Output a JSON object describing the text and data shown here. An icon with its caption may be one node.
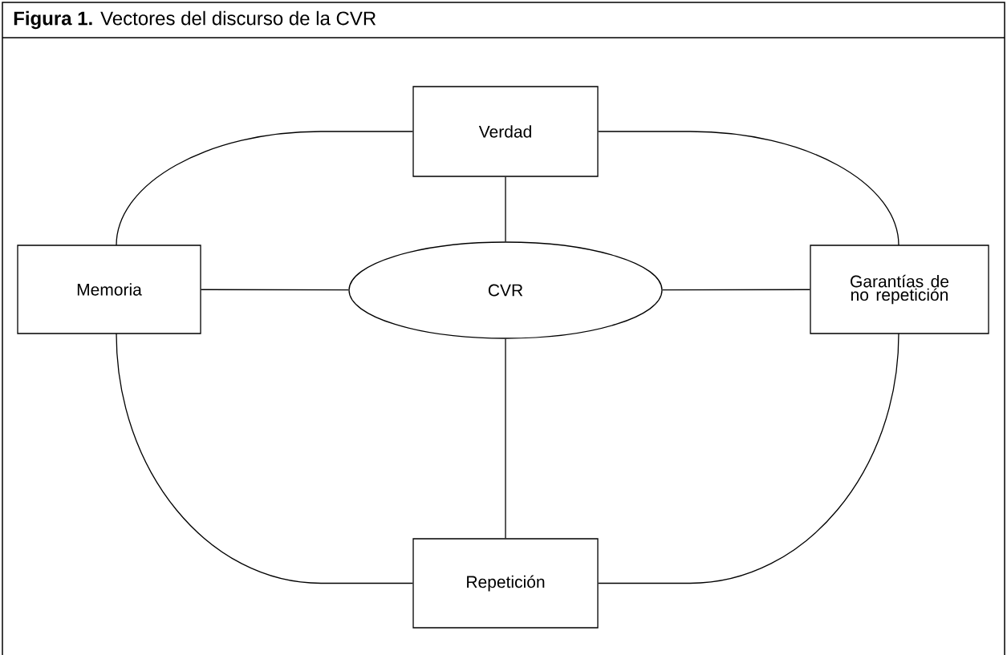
{
  "diagram": {
    "title": "**Figura 1.** Vectores del discurso de la CVR",
    "nodes": [
      {
        "text": [
          "Verdad"
        ]
      },
      {
        "text": [
          "Memoria"
        ]
      },
      {
        "text": [
          "CVR"
        ]
      },
      {
        "text": [
          "Garantías de no repetición"
        ]
      },
      {
        "text": [
          "Repetición"
        ]
      }
    ],
    "edges": [
      {
        "from": 0,
        "to": 2,
        "arrow": "none"
      },
      {
        "from": 1,
        "to": 2,
        "arrow": "none"
      },
      {
        "from": 2,
        "to": 3,
        "arrow": "none"
      },
      {
        "from": 2,
        "to": 4,
        "arrow": "none"
      },
      {
        "from": 0,
        "to": 1,
        "arrow": "none"
      },
      {
        "from": 1,
        "to": 4,
        "arrow": "none"
      },
      {
        "from": 4,
        "to": 3,
        "arrow": "none"
      },
      {
        "from": 3,
        "to": 0,
        "arrow": "none"
      }
    ]
  }
}
